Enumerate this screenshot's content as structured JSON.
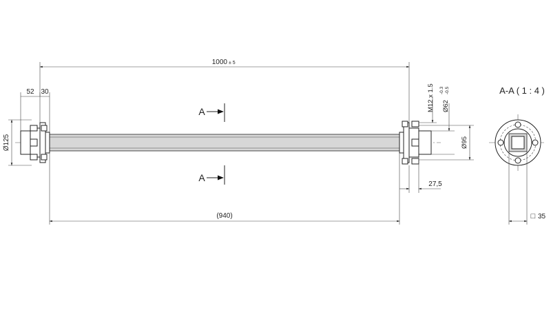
{
  "dimensions": {
    "overall_length": "1000",
    "overall_tolerance": "± 5",
    "hub_offset_1": "52",
    "hub_offset_2": "30",
    "flange_diameter": "Ø125",
    "bolt_thread": "M12 x 1.5",
    "pilot_diameter": "Ø62",
    "pilot_tol_upper": "-0.3",
    "pilot_tol_lower": "-0.5",
    "pitch_circle": "Ø95",
    "hub_length": "27,5",
    "tube_length": "(940)",
    "square_size": "35",
    "square_symbol": "□"
  },
  "section": {
    "marker": "A",
    "view_title": "A-A ( 1 : 4 )"
  },
  "colors": {
    "line": "#222222",
    "tube_fill": "#d7d7d7",
    "background": "#ffffff"
  }
}
